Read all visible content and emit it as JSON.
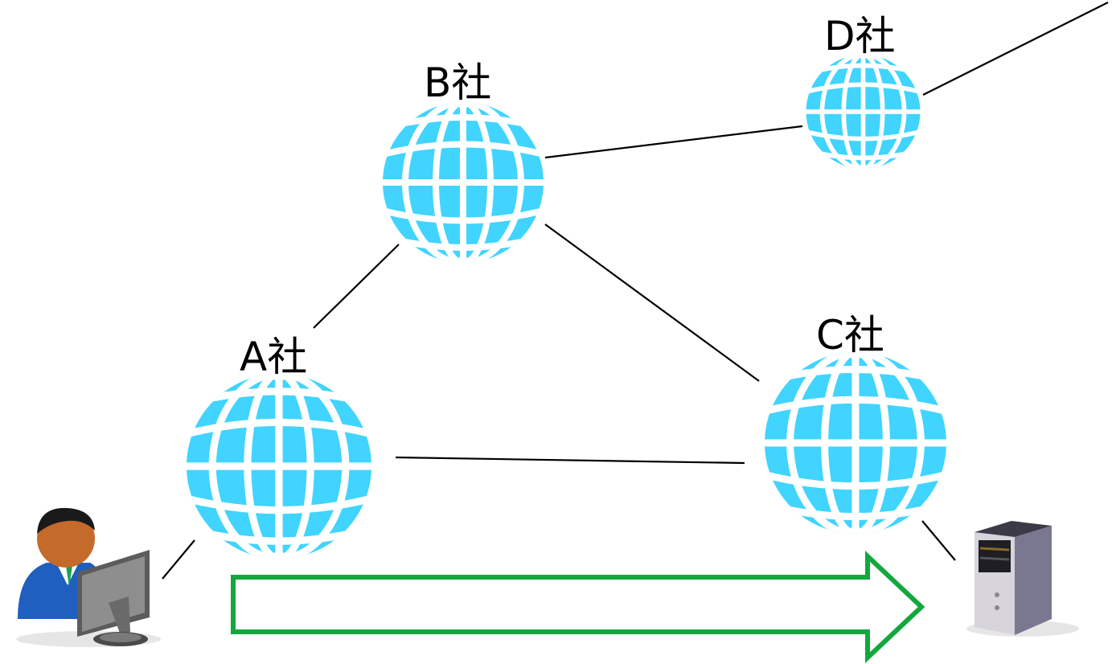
{
  "nodes": {
    "a": {
      "label": "A社",
      "icon": "globe-icon"
    },
    "b": {
      "label": "B社",
      "icon": "globe-icon"
    },
    "c": {
      "label": "C社",
      "icon": "globe-icon"
    },
    "d": {
      "label": "D社",
      "icon": "globe-icon"
    }
  },
  "endpoints": {
    "user": {
      "icon": "user-at-computer-icon"
    },
    "server": {
      "icon": "server-tower-icon"
    }
  },
  "flow_arrow": {
    "icon": "right-arrow-icon",
    "color": "#12a83e"
  },
  "colors": {
    "globe": "#40d4ff",
    "globe_grid": "#ffffff",
    "line": "#000000"
  }
}
